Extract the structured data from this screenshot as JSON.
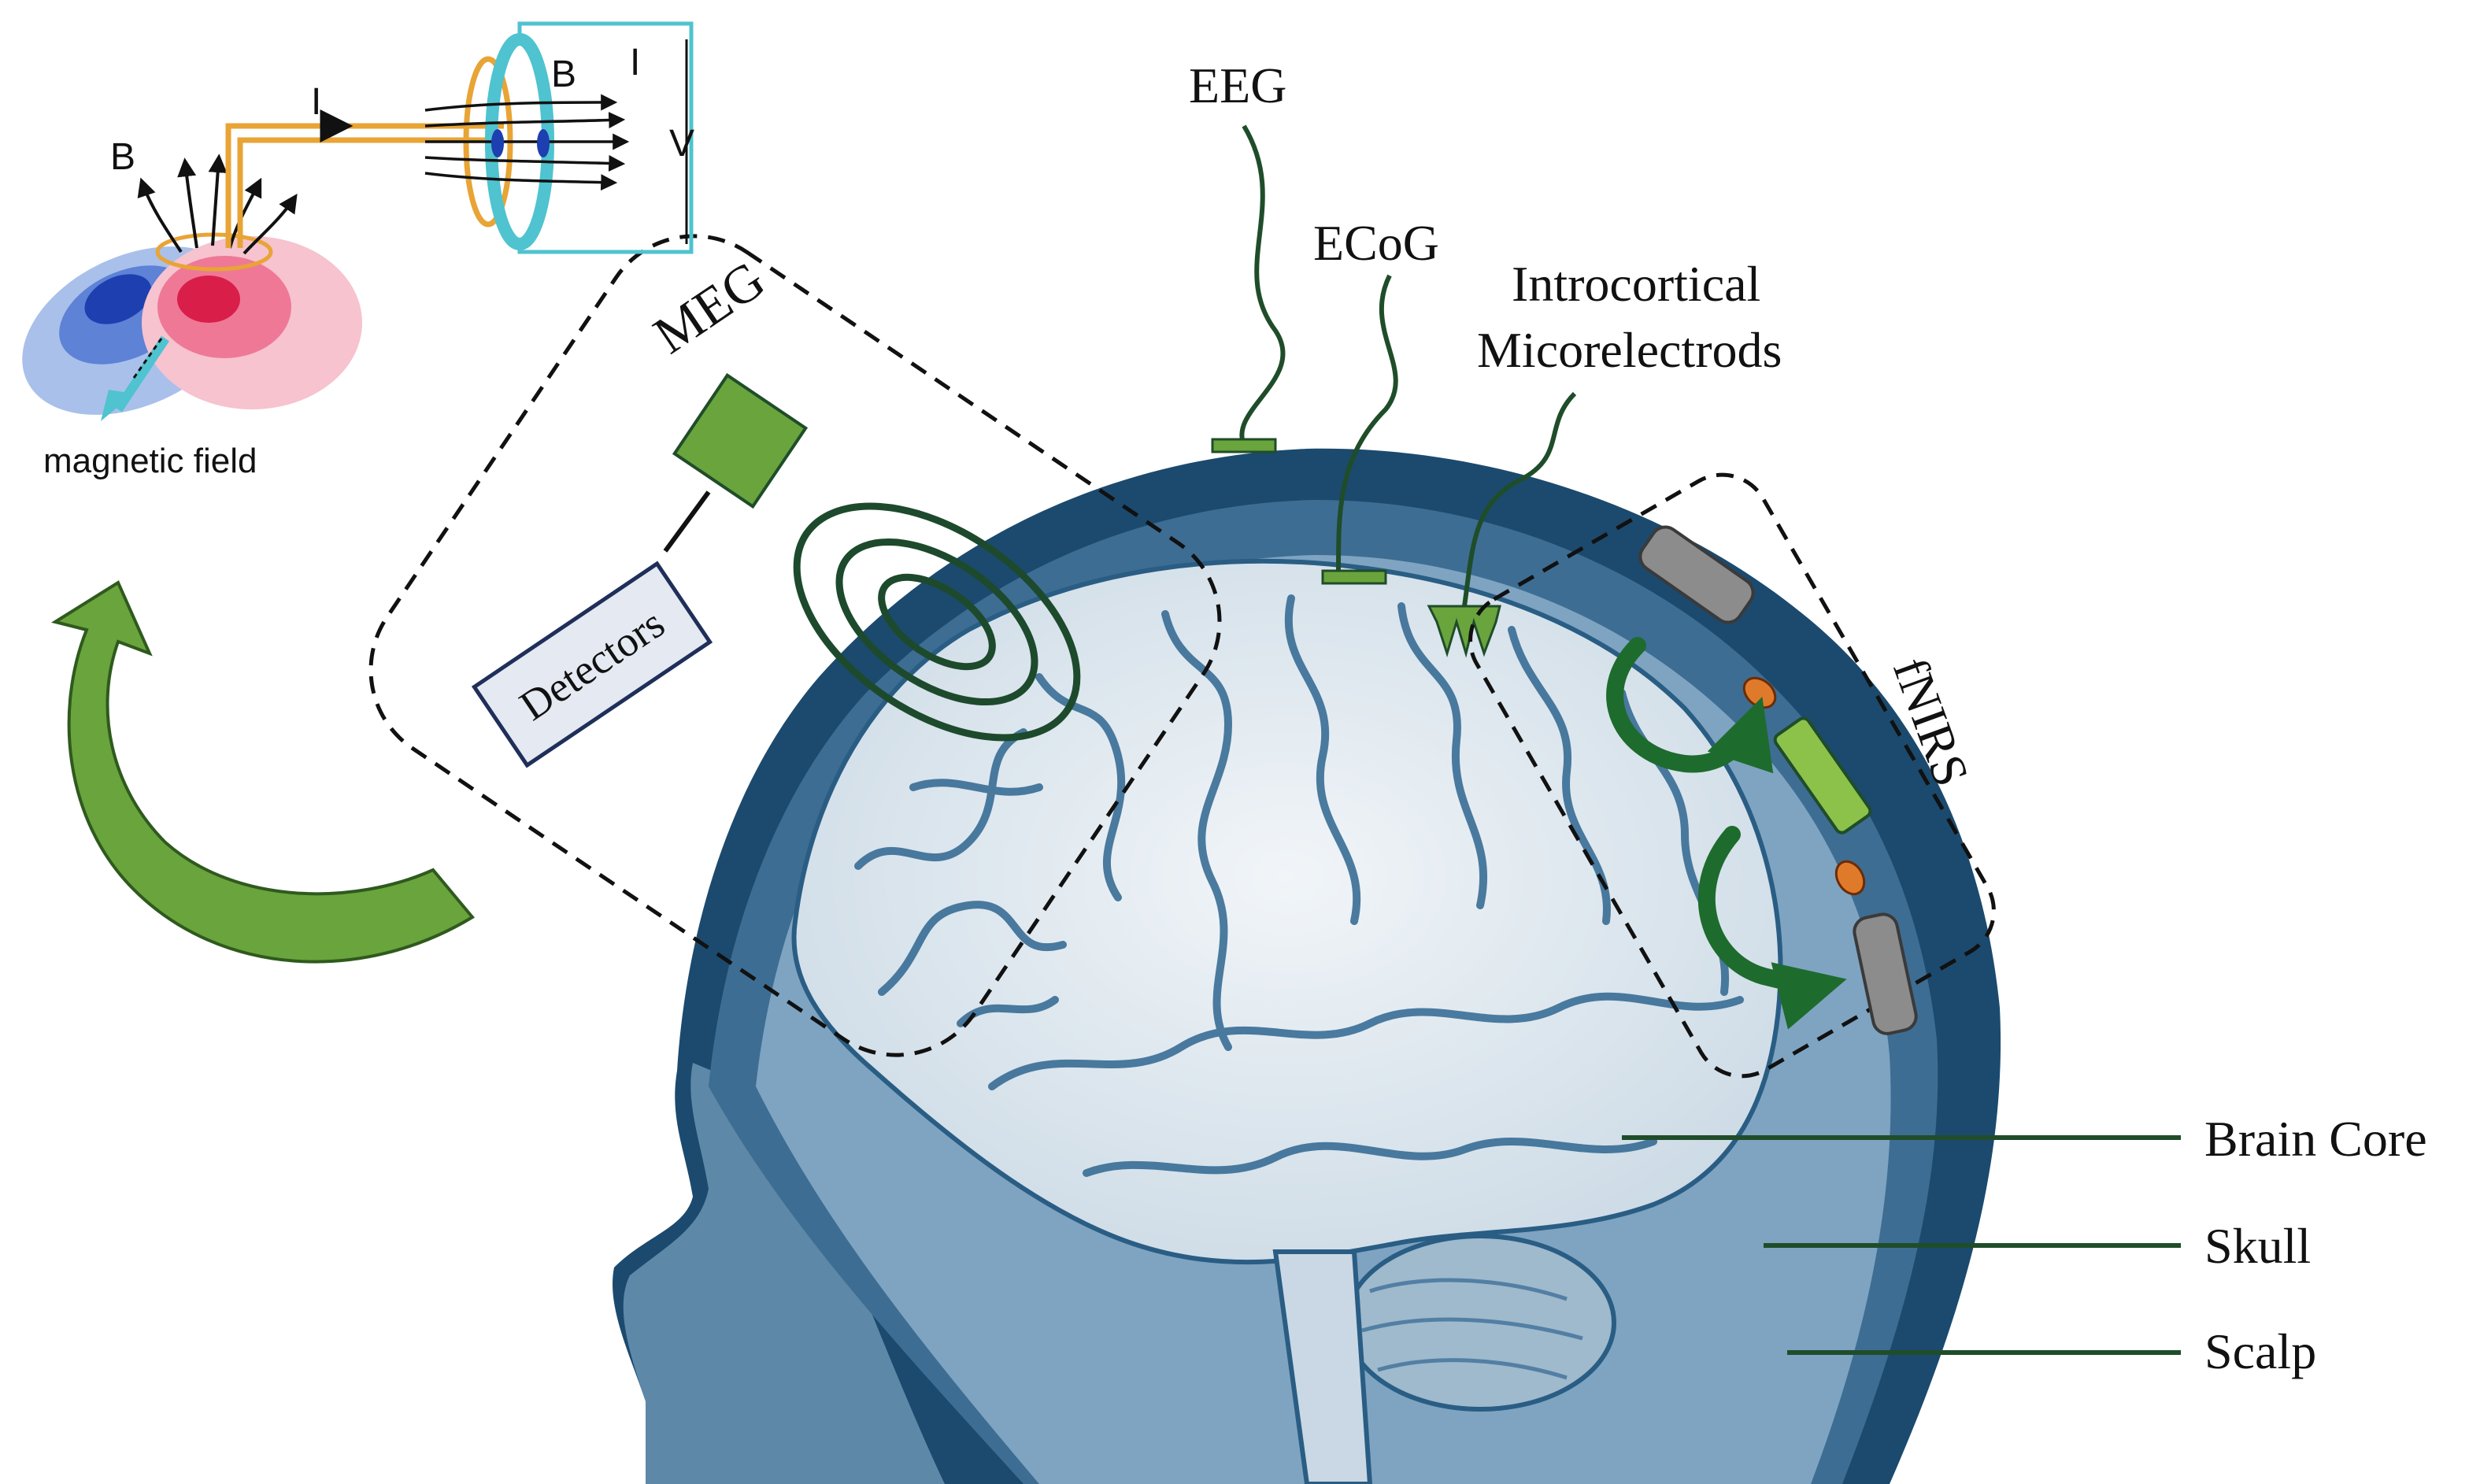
{
  "labels": {
    "eeg": "EEG",
    "ecog": "ECoG",
    "intracortical_line1": "Introcortical",
    "intracortical_line2": "Micorelectrods",
    "meg": "MEG",
    "detectors": "Detectors",
    "fnirs": "fNIRS",
    "brain_core": "Brain Core",
    "skull": "Skull",
    "scalp": "Scalp"
  },
  "inset": {
    "current_symbol": "I",
    "current_symbol_right": "I",
    "field_symbol_left": "B",
    "field_symbol_right": "B",
    "voltage_symbol": "V",
    "caption": "magnetic field"
  },
  "colors": {
    "green": "#6aa43c",
    "dark_green": "#1f4d2a",
    "navy": "#1b4a6e",
    "brain": "#e8eef3",
    "cyan": "#4fc3cf",
    "orange": "#e8a435",
    "gray_sensor": "#8c8c8c"
  }
}
